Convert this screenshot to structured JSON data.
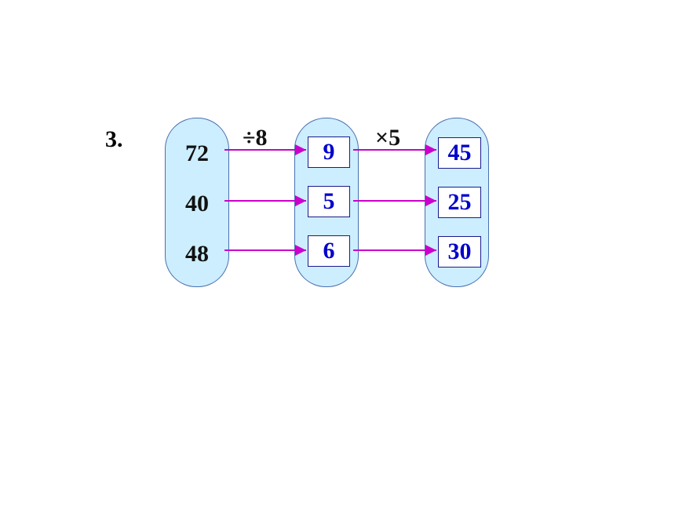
{
  "problem": {
    "number": "3.",
    "input_values": [
      "72",
      "40",
      "48"
    ],
    "step1": {
      "operation": "÷8",
      "results": [
        "9",
        "5",
        "6"
      ]
    },
    "step2": {
      "operation": "×5",
      "results": [
        "45",
        "25",
        "30"
      ]
    }
  },
  "colors": {
    "pill_fill": "#cceeff",
    "pill_border": "#4a6fb0",
    "arrow": "#cc00cc",
    "answer_text": "#0000cc",
    "answer_box_border": "#1a1a8c",
    "given_text": "#111111"
  }
}
